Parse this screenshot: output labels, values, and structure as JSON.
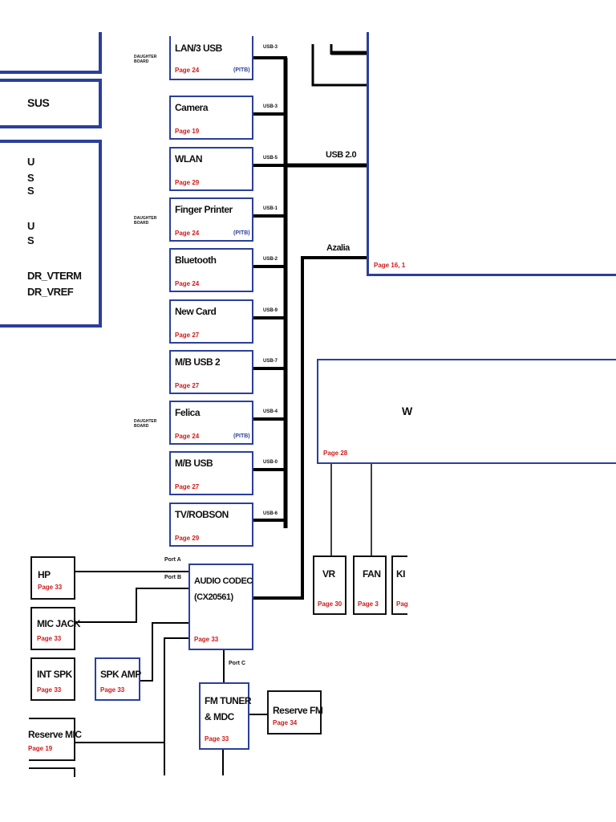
{
  "left_boxes": {
    "sus_label": "SUS",
    "power_lines": [
      "U",
      "S",
      "S",
      "",
      "U",
      "S",
      "",
      "DR_VTERM",
      "DR_VREF"
    ]
  },
  "daughter_board_note": [
    "DAUGHTER",
    "BOARD"
  ],
  "usb_devices": [
    {
      "name": "LAN/3 USB",
      "page": "Page 24",
      "port": "USB-3",
      "pitb": "(PITB)",
      "daughter": true
    },
    {
      "name": "Camera",
      "page": "Page 19",
      "port": "USB-3",
      "pitb": "",
      "daughter": false
    },
    {
      "name": "WLAN",
      "page": "Page 29",
      "port": "USB-5",
      "pitb": "",
      "daughter": false
    },
    {
      "name": "Finger Printer",
      "page": "Page 24",
      "port": "USB-1",
      "pitb": "(PITB)",
      "daughter": true
    },
    {
      "name": "Bluetooth",
      "page": "Page 24",
      "port": "USB-2",
      "pitb": "",
      "daughter": false
    },
    {
      "name": "New Card",
      "page": "Page 27",
      "port": "USB-9",
      "pitb": "",
      "daughter": false
    },
    {
      "name": "M/B USB 2",
      "page": "Page 27",
      "port": "USB-7",
      "pitb": "",
      "daughter": false
    },
    {
      "name": "Felica",
      "page": "Page 24",
      "port": "USB-4",
      "pitb": "(PITB)",
      "daughter": true
    },
    {
      "name": "M/B USB",
      "page": "Page 27",
      "port": "USB-0",
      "pitb": "",
      "daughter": false
    },
    {
      "name": "TV/ROBSON",
      "page": "Page 29",
      "port": "USB-6",
      "pitb": "",
      "daughter": false
    }
  ],
  "bus_labels": {
    "usb20": "USB 2.0",
    "azalia": "Azalia"
  },
  "chipset_page": "Page 16, 1",
  "ec": {
    "label": "W",
    "page": "Page 28"
  },
  "ec_children": [
    {
      "name": "VR",
      "page": "Page 30"
    },
    {
      "name": "FAN",
      "page": "Page 3"
    },
    {
      "name": "KI",
      "page": "Pag"
    }
  ],
  "audio": {
    "codec_line1": "AUDIO CODEC",
    "codec_line2": "(CX20561)",
    "codec_page": "Page 33",
    "port_a": "Port A",
    "port_b": "Port B",
    "port_c": "Port C",
    "hp": {
      "name": "HP",
      "page": "Page 33"
    },
    "mic_jack": {
      "name": "MIC JACK",
      "page": "Page 33"
    },
    "int_spk": {
      "name": "INT SPK",
      "page": "Page 33"
    },
    "spk_amp": {
      "name": "SPK AMP",
      "page": "Page 33"
    },
    "fm_tuner_line1": "FM TUNER",
    "fm_tuner_line2": "& MDC",
    "fm_tuner_page": "Page 33",
    "reserve_fm": {
      "name": "Reserve FM",
      "page": "Page 34"
    },
    "reserve_mic": {
      "name": "Reserve MIC",
      "page": "Page 19"
    }
  }
}
